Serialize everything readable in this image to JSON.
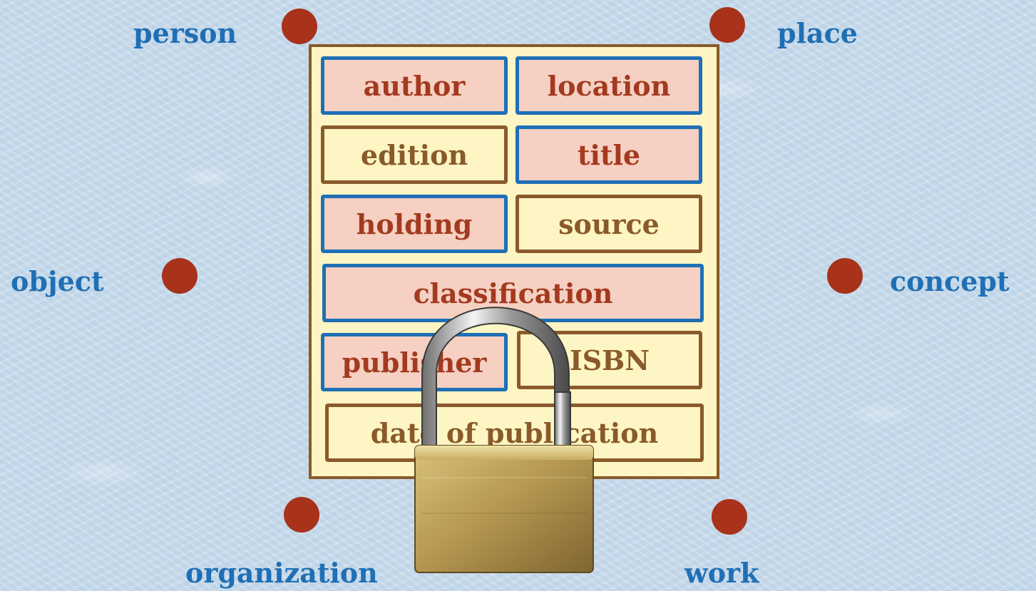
{
  "entities": {
    "person": "person",
    "place": "place",
    "object": "object",
    "concept": "concept",
    "organization": "organization",
    "work": "work"
  },
  "fields": {
    "author": "author",
    "location": "location",
    "edition": "edition",
    "title": "title",
    "holding": "holding",
    "source": "source",
    "classification": "classification",
    "publisher": "publisher",
    "isbn": "ISBN",
    "date_of_publication": "date of publication"
  },
  "colors": {
    "entity_label": "#1f6fb5",
    "dot": "#a8321a",
    "linked_field_border": "#1f6fb5",
    "linked_field_fill": "#f6d0c2",
    "plain_field_border": "#8a5a2a",
    "card_fill": "#fdf5c4"
  },
  "icons": {
    "lock": "padlock-icon"
  }
}
